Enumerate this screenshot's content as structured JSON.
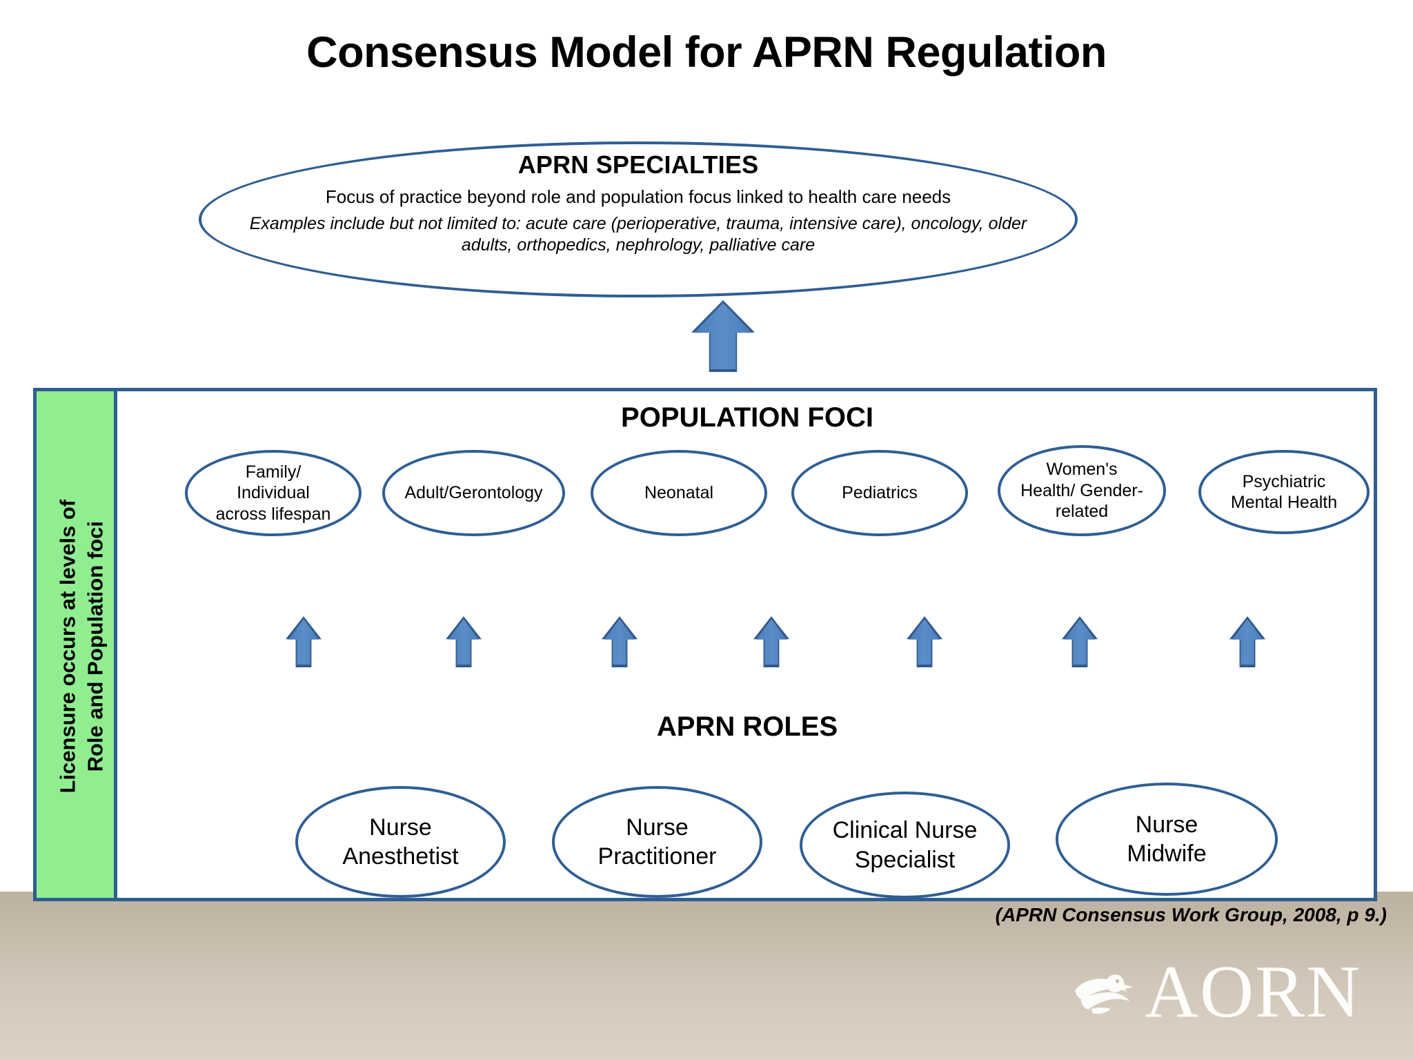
{
  "page": {
    "title": "Consensus Model for APRN Regulation",
    "background_top": "#ffffff",
    "background_bottom": "#cfc4b5",
    "accent_blue": "#2f5e93",
    "arrow_blue": "#4e81bd",
    "sidebar_green": "#90ee90"
  },
  "specialties": {
    "heading": "APRN SPECIALTIES",
    "subtitle": "Focus of practice beyond role and population focus linked to health care needs",
    "examples": "Examples include but not limited to: acute care (perioperative, trauma, intensive care), oncology, older adults, orthopedics, nephrology, palliative care"
  },
  "sidebar": {
    "label": "Licensure occurs at levels of\nRole and Population foci"
  },
  "population": {
    "heading": "POPULATION FOCI",
    "items": [
      {
        "label": "Family/\nIndividual\nacross lifespan"
      },
      {
        "label": "Adult/Gerontology"
      },
      {
        "label": "Neonatal"
      },
      {
        "label": "Pediatrics"
      },
      {
        "label": "Women's\nHealth/ Gender-\nrelated"
      },
      {
        "label": "Psychiatric\nMental Health"
      }
    ]
  },
  "roles": {
    "heading": "APRN ROLES",
    "items": [
      {
        "label": "Nurse\nAnesthetist"
      },
      {
        "label": "Nurse\nPractitioner"
      },
      {
        "label": "Clinical Nurse\nSpecialist"
      },
      {
        "label": "Nurse\nMidwife"
      }
    ]
  },
  "arrows": {
    "big": {
      "icon": "up-arrow-icon",
      "count": 1
    },
    "small": {
      "icon": "up-arrow-icon",
      "count": 7
    }
  },
  "citation": "(APRN Consensus Work Group, 2008, p 9.)",
  "logo": {
    "wordmark": "AORN",
    "emblem": "eagle-icon"
  }
}
